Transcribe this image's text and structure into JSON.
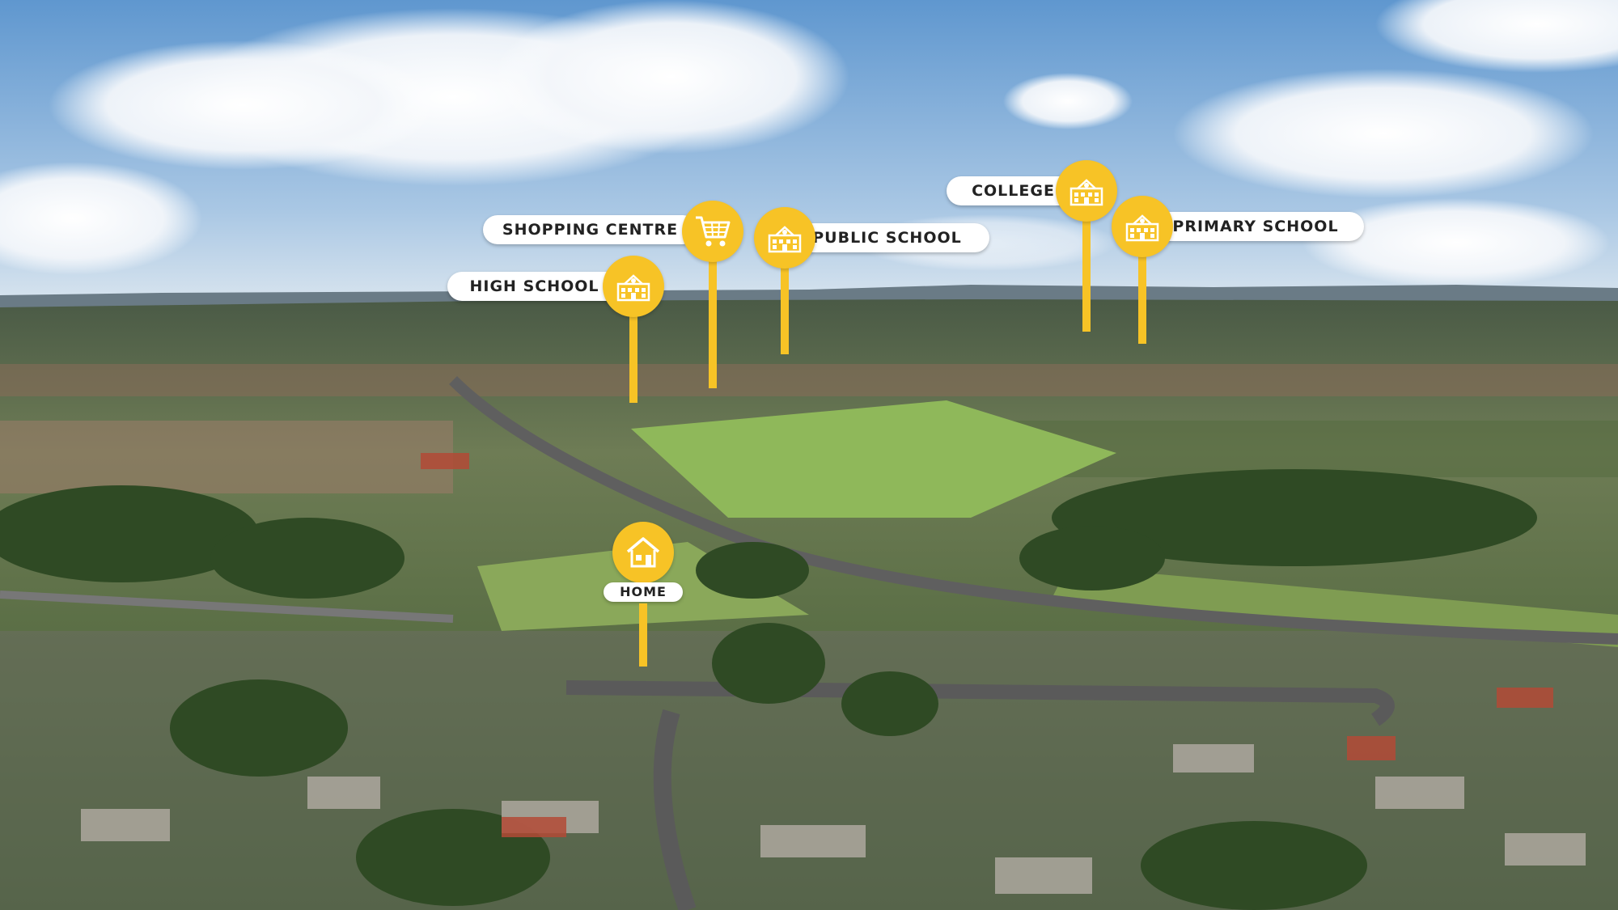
{
  "image": {
    "description_icons": {
      "school": "school-building-icon",
      "shop": "shopping-cart-icon",
      "home": "house-icon"
    },
    "colors": {
      "pin": "#f7c326",
      "label_bg": "#ffffff",
      "label_text": "#222222"
    }
  },
  "markers": {
    "shopping": {
      "label": "SHOPPING CENTRE"
    },
    "high": {
      "label": "HIGH SCHOOL"
    },
    "public": {
      "label": "PUBLIC SCHOOL"
    },
    "college": {
      "label": "COLLEGE"
    },
    "primary": {
      "label": "PRIMARY SCHOOL"
    },
    "home": {
      "label": "HOME"
    }
  }
}
